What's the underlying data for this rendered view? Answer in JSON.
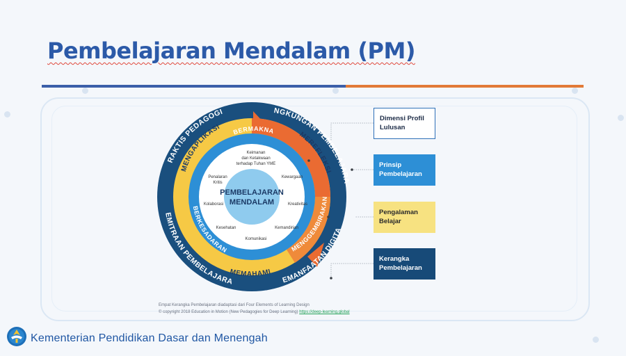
{
  "slide": {
    "title": "Pembelajaran Mendalam (PM)",
    "footer_text": "Kementerian Pendidikan Dasar dan Menengah"
  },
  "diagram": {
    "center": {
      "line1": "PEMBELAJARAN",
      "line2": "MENDALAM"
    },
    "outer_ring": {
      "praktis": "PRAKTIS PEDAGOGIS",
      "lingkungan": "LINGKUNGAN PEMBELAJARAN",
      "pemanfaatan": "PEMANFAATAN DIGITAL",
      "kemitraan": "KEMITRAAN PEMBELAJARAN"
    },
    "experience_ring": {
      "mengaplikasi": "MENGAPLIKASI",
      "merefleksi": "MEREFLEKSI",
      "memahami": "MEMAHAMI"
    },
    "principle_ring": {
      "bermakna": "BERMAKNA",
      "berkesadaran": "BERKESADARAN",
      "menggembirakan": "MENGGEMBIRAKAN"
    },
    "dimensions": {
      "keimanan_1": "Keimanan",
      "keimanan_2": "dan Ketakwaan",
      "keimanan_3": "terhadap Tuhan YME",
      "kewargaan": "Kewargaan",
      "penalaran_1": "Penalaran",
      "penalaran_2": "Kritis",
      "kreativitas": "Kreativitas",
      "kolaborasi": "Kolaborasi",
      "kemandirian": "Kemandirian",
      "kesehatan": "Kesehatan",
      "komunikasi": "Komunikasi"
    }
  },
  "legend": {
    "dimensi": {
      "line1": "Dimensi Profil",
      "line2": "Lulusan"
    },
    "prinsip": {
      "line1": "Prinsip",
      "line2": "Pembelajaran"
    },
    "pengalaman": {
      "line1": "Pengalaman",
      "line2": "Belajar"
    },
    "kerangka": {
      "line1": "Kerangka",
      "line2": "Pembelajaran"
    }
  },
  "caption": {
    "line1": "Empat Kerangka Pembelajaran diadaptasi dari Four Elements of Learning Design",
    "line2": "© copyright 2018 Education in Motion (New Pedagogies for Deep Learning)",
    "link": "https://deep-learning.global"
  },
  "colors": {
    "outer_ring": "#1a4f7e",
    "experience_ring_yellow": "#f6c945",
    "experience_ring_orange": "#ea6b32",
    "principle_ring": "#2d8fd6",
    "inner_fill": "#ffffff",
    "center_circle": "#8fcbee",
    "title": "#2c5aa8"
  }
}
